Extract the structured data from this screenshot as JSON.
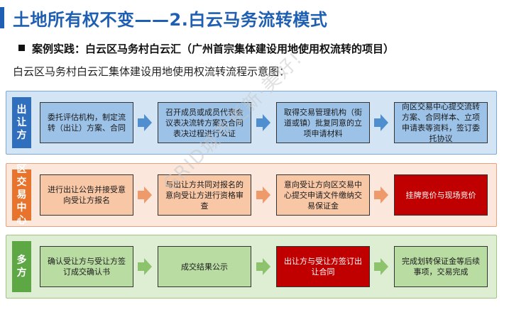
{
  "title": "土地所有权不变——2.白云马务流转模式",
  "case_label": "案例实践：白云区马务村白云汇（广州首宗集体建设用地使用权流转的项目）",
  "subtitle": "白云区马务村白云汇集体建设用地使用权流转流程示意图：",
  "watermark": "GRID城市更新·美好!",
  "colors": {
    "title": "#1f5fb3",
    "lane_blue": "#d3e4f5",
    "lane_orange": "#fbe7dc",
    "lane_green": "#deeed3",
    "highlight": "#c00000"
  },
  "lanes": [
    {
      "role": "出让方",
      "steps": [
        "委托评估机构，制定流转（出让）方案、合同",
        "召开成员或成员代表会议表决流转方案及合同表决过程进行公证",
        "取得交易管理机构（街道或镇）批复同意的立项申请材料",
        "向区交易中心提交流转方案、合同样本、立项申请表等资料，签订委托协议"
      ]
    },
    {
      "role": "区交易中心",
      "steps": [
        "进行出让公告并接受意向受让方报名",
        "与出让方共同对报名的意向受让方进行资格审查",
        "意向受让方向区交易中心提交申请文件缴纳交易保证金",
        "挂牌竞价与现场竞价"
      ]
    },
    {
      "role": "多方",
      "steps": [
        "确认受让方与受让方签订成交确认书",
        "成交结果公示",
        "出让方与受让方签订出让合同",
        "完成划转保证金等后续事项，交易完成"
      ]
    }
  ]
}
